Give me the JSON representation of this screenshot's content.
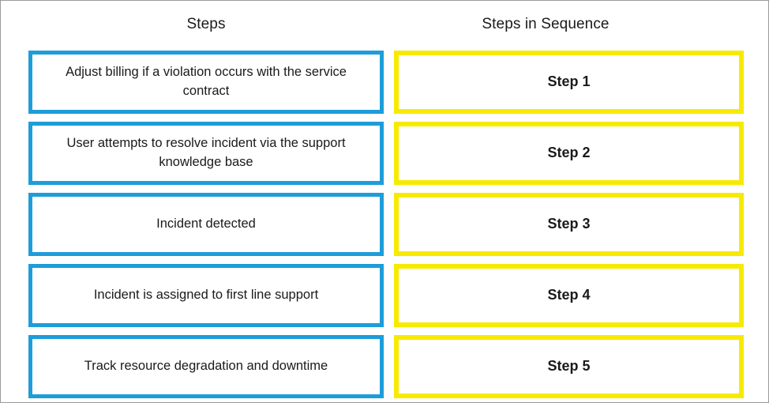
{
  "columns": {
    "left": {
      "header": "Steps",
      "accent_color": "#1d9dd9",
      "items": [
        {
          "label": "Adjust billing if a violation occurs with the service contract"
        },
        {
          "label": "User attempts to resolve incident via the support knowledge base"
        },
        {
          "label": "Incident detected"
        },
        {
          "label": "Incident is assigned to first line support"
        },
        {
          "label": "Track resource degradation and downtime"
        }
      ]
    },
    "right": {
      "header": "Steps in Sequence",
      "accent_color": "#f7ea00",
      "items": [
        {
          "label": "Step 1"
        },
        {
          "label": "Step 2"
        },
        {
          "label": "Step 3"
        },
        {
          "label": "Step 4"
        },
        {
          "label": "Step 5"
        }
      ]
    }
  }
}
